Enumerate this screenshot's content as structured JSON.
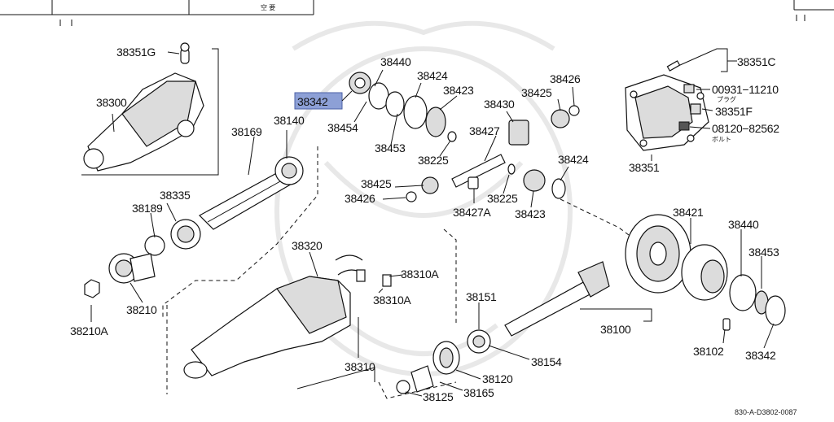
{
  "diagram": {
    "reference": "830-A-D3802-0087",
    "highlighted_part": "38342",
    "labels": {
      "p38351G": "38351G",
      "p38300": "38300",
      "p38169": "38169",
      "p38140": "38140",
      "p38335": "38335",
      "p38189": "38189",
      "p38210": "38210",
      "p38210A": "38210A",
      "p38342_top": "38342",
      "p38454": "38454",
      "p38440_top": "38440",
      "p38424_top": "38424",
      "p38423_top": "38423",
      "p38453_top": "38453",
      "p38225_top": "38225",
      "p38430": "38430",
      "p38427": "38427",
      "p38425_top": "38425",
      "p38426_top": "38426",
      "p38425_mid": "38425",
      "p38426_mid": "38426",
      "p38427A": "38427A",
      "p38225_mid": "38225",
      "p38424_mid": "38424",
      "p38423_mid": "38423",
      "p38351C": "38351C",
      "p00931": "00931−11210",
      "plug_jp": "プラグ",
      "p38351F": "38351F",
      "p08120": "08120−82562",
      "bolt_jp": "ボルト",
      "p38351": "38351",
      "p38320": "38320",
      "p38310A_1": "38310A",
      "p38310A_2": "38310A",
      "p38310": "38310",
      "p38151": "38151",
      "p38154": "38154",
      "p38120": "38120",
      "p38165": "38165",
      "p38125": "38125",
      "p38421": "38421",
      "p38440_r": "38440",
      "p38453_r": "38453",
      "p38100": "38100",
      "p38102": "38102",
      "p38342_r": "38342"
    }
  }
}
